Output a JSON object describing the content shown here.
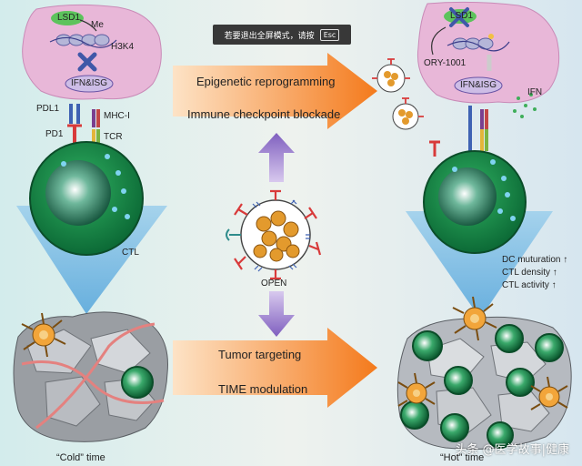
{
  "toast": {
    "text": "若要退出全屏模式，请按",
    "key": "Esc"
  },
  "left": {
    "lsd1": "LSD1",
    "me": "Me",
    "h3k4": "H3K4",
    "ifn_isg": "IFN&ISG",
    "pdl1": "PDL1",
    "mhc": "MHC-I",
    "pd1": "PD1",
    "tcr": "TCR",
    "ctl": "CTL",
    "caption": "“Cold” time"
  },
  "center": {
    "arrow_top_line1": "Epigenetic reprogramming",
    "arrow_top_line2": "Immune checkpoint blockade",
    "arrow_bottom_line1": "Tumor targeting",
    "arrow_bottom_line2": "TIME modulation",
    "open": "OPEN"
  },
  "right": {
    "lsd1": "LSD1",
    "ory": "ORY-1001",
    "ifn_isg": "IFN&ISG",
    "ifn": "IFN",
    "stats": [
      "DC muturation ↑",
      "CTL density ↑",
      "CTL activity ↑"
    ],
    "caption": "“Hot” time"
  },
  "watermark": "头条 @医学故事|健康",
  "colors": {
    "cell_pink": "#e9b9d9",
    "ctl_green": "#1f8a4c",
    "arrow_orange": "#f59a3e",
    "arrow_purple": "#8c6cc4",
    "nanoparticle": "#e39a2d"
  }
}
